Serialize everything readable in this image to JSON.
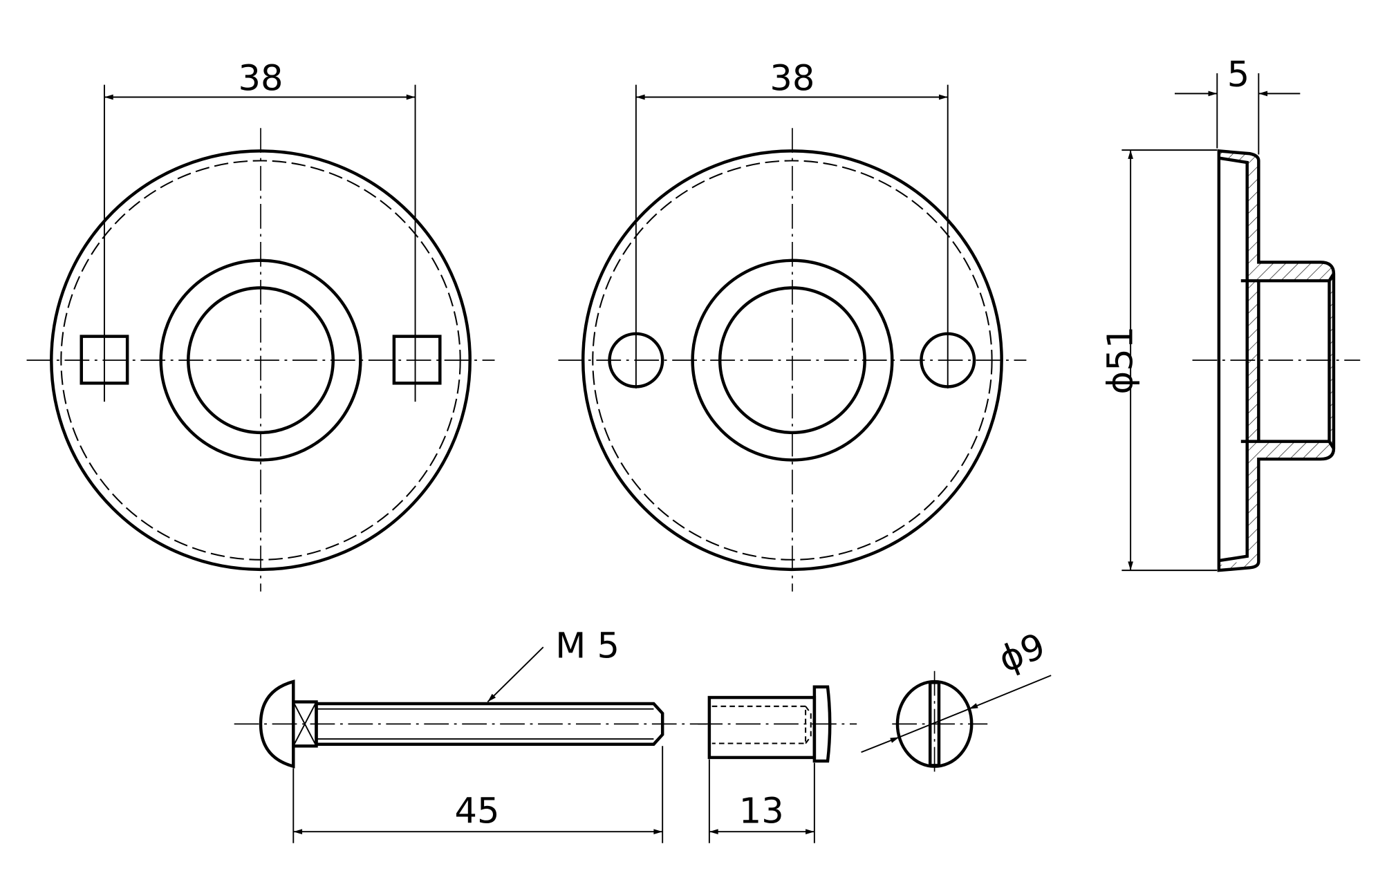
{
  "drawing": {
    "front_view_square": {
      "width_dim": "38"
    },
    "front_view_round": {
      "width_dim": "38"
    },
    "side_view": {
      "thickness_dim": "5",
      "diameter_dim": "ϕ51"
    },
    "bolt": {
      "thread_label": "M 5",
      "length_dim": "45"
    },
    "sleeve": {
      "length_dim": "13"
    },
    "end_view": {
      "diameter_dim": "ϕ9"
    },
    "colors": {
      "line": "#000000",
      "background": "#ffffff"
    }
  }
}
